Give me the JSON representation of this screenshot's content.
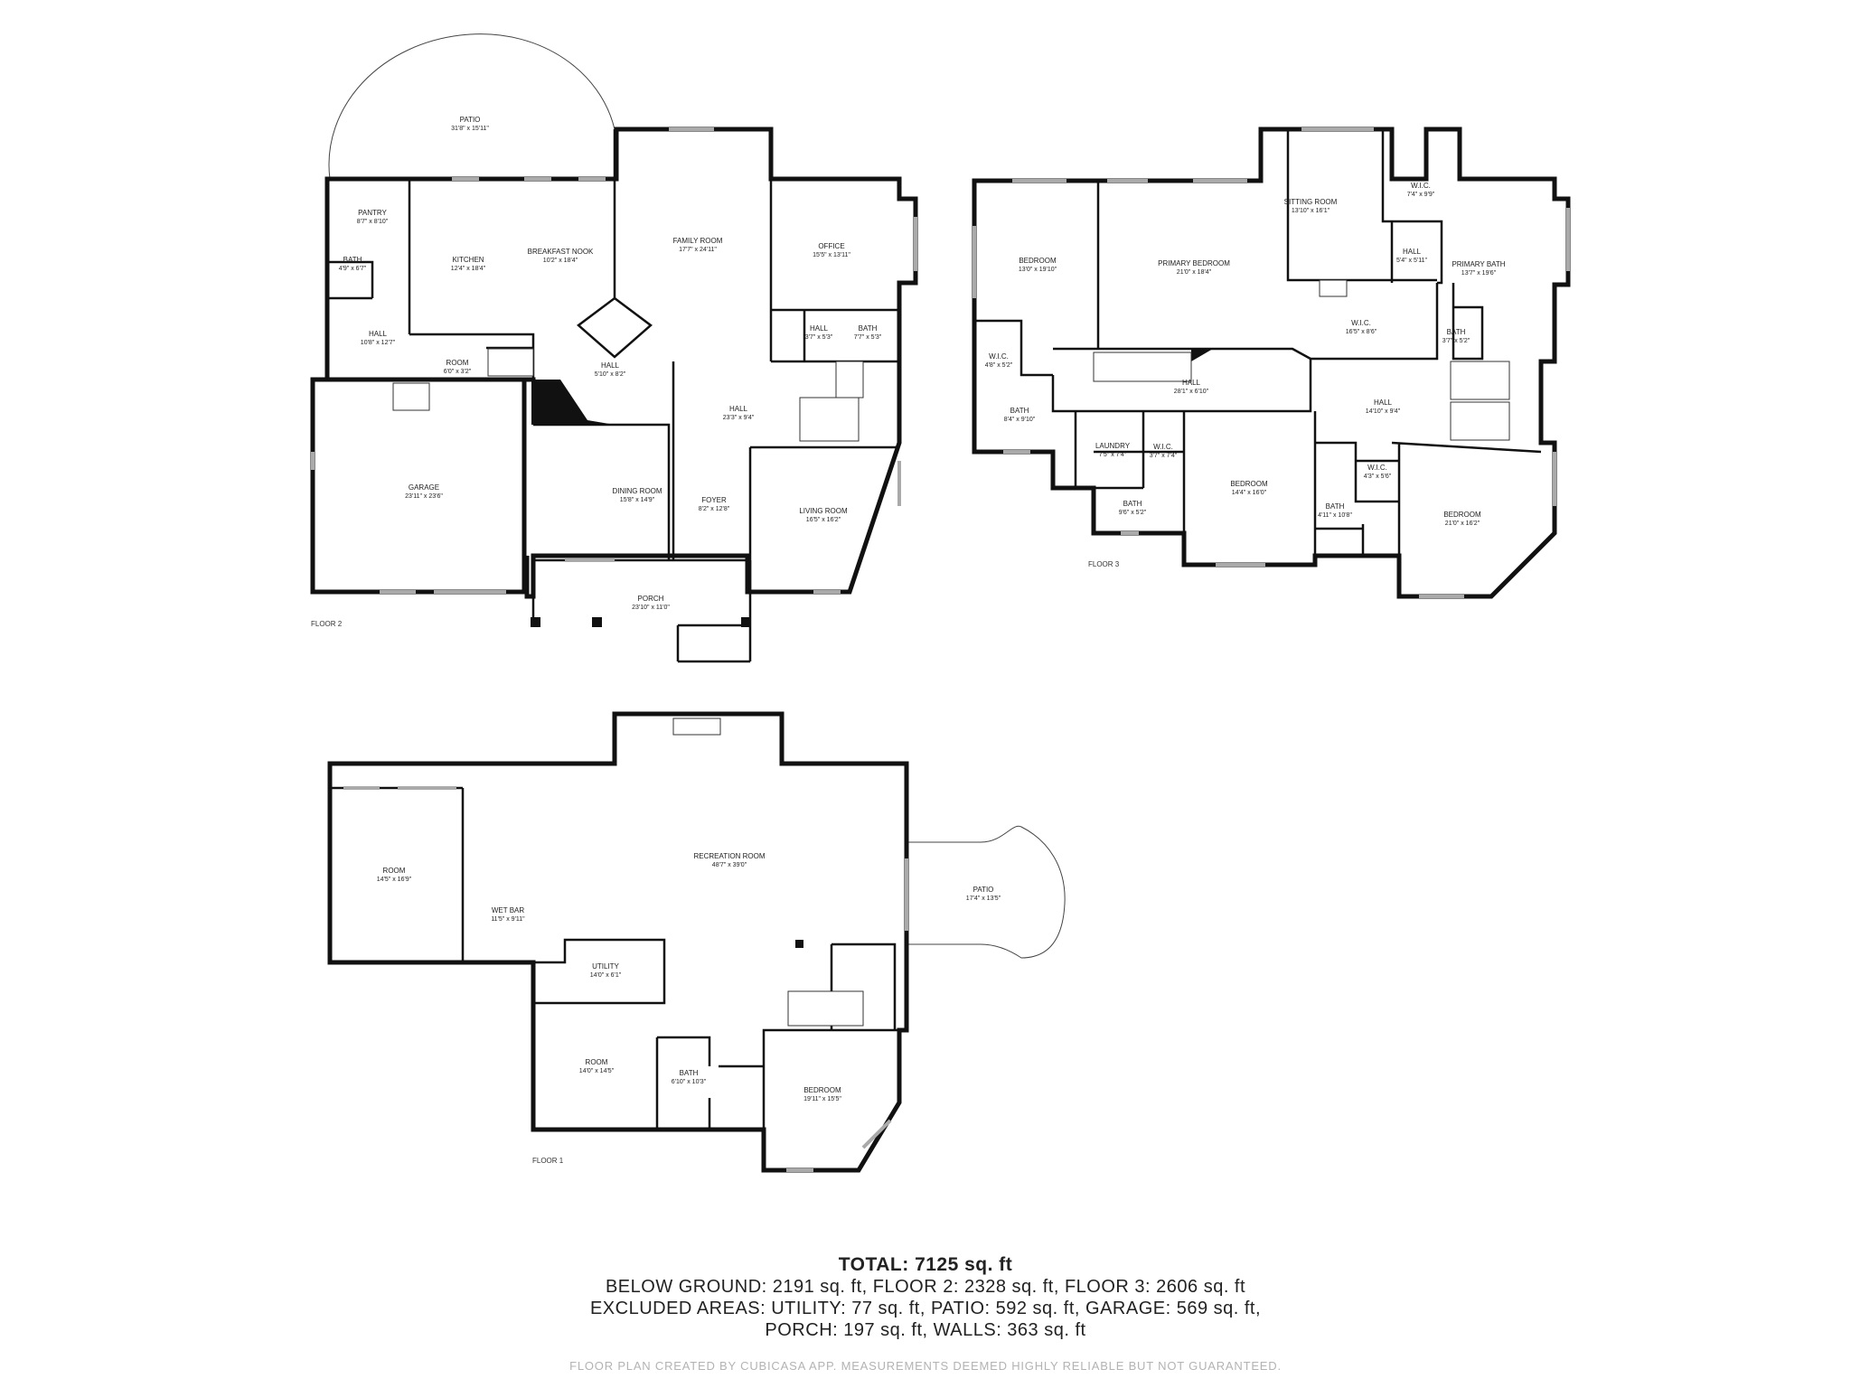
{
  "floors": [
    {
      "id": "floor2",
      "label": "FLOOR 2",
      "rooms": [
        {
          "name": "PATIO",
          "dims": "31'8\" x 15'11\""
        },
        {
          "name": "PANTRY",
          "dims": "8'7\" x 8'10\""
        },
        {
          "name": "BATH",
          "dims": "4'9\" x 6'7\""
        },
        {
          "name": "KITCHEN",
          "dims": "12'4\" x 18'4\""
        },
        {
          "name": "BREAKFAST NOOK",
          "dims": "10'2\" x 18'4\""
        },
        {
          "name": "FAMILY ROOM",
          "dims": "17'7\" x 24'11\""
        },
        {
          "name": "OFFICE",
          "dims": "15'5\" x 13'11\""
        },
        {
          "name": "HALL",
          "dims": "10'8\" x 12'7\""
        },
        {
          "name": "ROOM",
          "dims": "6'0\" x 3'2\""
        },
        {
          "name": "HALL",
          "dims": "5'10\" x 8'2\""
        },
        {
          "name": "HALL",
          "dims": "3'7\" x 5'3\""
        },
        {
          "name": "BATH",
          "dims": "7'7\" x 5'3\""
        },
        {
          "name": "HALL",
          "dims": "23'3\" x 9'4\""
        },
        {
          "name": "GARAGE",
          "dims": "23'11\" x 23'6\""
        },
        {
          "name": "DINING ROOM",
          "dims": "15'8\" x 14'9\""
        },
        {
          "name": "FOYER",
          "dims": "8'2\" x 12'8\""
        },
        {
          "name": "LIVING ROOM",
          "dims": "16'5\" x 16'2\""
        },
        {
          "name": "PORCH",
          "dims": "23'10\" x 11'0\""
        }
      ]
    },
    {
      "id": "floor3",
      "label": "FLOOR 3",
      "rooms": [
        {
          "name": "BEDROOM",
          "dims": "13'0\" x 19'10\""
        },
        {
          "name": "PRIMARY BEDROOM",
          "dims": "21'0\" x 18'4\""
        },
        {
          "name": "SITTING ROOM",
          "dims": "13'10\" x 16'1\""
        },
        {
          "name": "W.I.C.",
          "dims": "7'4\" x 9'9\""
        },
        {
          "name": "HALL",
          "dims": "5'4\" x 5'11\""
        },
        {
          "name": "PRIMARY BATH",
          "dims": "13'7\" x 19'6\""
        },
        {
          "name": "W.I.C.",
          "dims": "16'5\" x 8'6\""
        },
        {
          "name": "BATH",
          "dims": "3'7\" x 5'2\""
        },
        {
          "name": "W.I.C.",
          "dims": "4'8\" x 5'2\""
        },
        {
          "name": "HALL",
          "dims": "28'1\" x 6'10\""
        },
        {
          "name": "HALL",
          "dims": "14'10\" x 9'4\""
        },
        {
          "name": "BATH",
          "dims": "8'4\" x 9'10\""
        },
        {
          "name": "LAUNDRY",
          "dims": "7'5\" x 7'4\""
        },
        {
          "name": "W.I.C.",
          "dims": "3'7\" x 7'4\""
        },
        {
          "name": "BEDROOM",
          "dims": "14'4\" x 16'0\""
        },
        {
          "name": "W.I.C.",
          "dims": "4'3\" x 5'6\""
        },
        {
          "name": "BATH",
          "dims": "9'6\" x 5'2\""
        },
        {
          "name": "BATH",
          "dims": "4'11\" x 10'8\""
        },
        {
          "name": "BEDROOM",
          "dims": "21'0\" x 16'2\""
        }
      ]
    },
    {
      "id": "floor1",
      "label": "FLOOR 1",
      "rooms": [
        {
          "name": "RECREATION ROOM",
          "dims": "48'7\" x 39'0\""
        },
        {
          "name": "ROOM",
          "dims": "14'5\" x 16'9\""
        },
        {
          "name": "WET BAR",
          "dims": "11'5\" x 9'11\""
        },
        {
          "name": "PATIO",
          "dims": "17'4\" x 13'5\""
        },
        {
          "name": "UTILITY",
          "dims": "14'0\" x 6'1\""
        },
        {
          "name": "ROOM",
          "dims": "14'0\" x 14'5\""
        },
        {
          "name": "BATH",
          "dims": "6'10\" x 10'3\""
        },
        {
          "name": "BEDROOM",
          "dims": "19'11\" x 15'5\""
        }
      ]
    }
  ],
  "summary": {
    "total": "TOTAL: 7125 sq. ft",
    "line1": "BELOW GROUND: 2191 sq. ft, FLOOR 2: 2328 sq. ft, FLOOR 3: 2606 sq. ft",
    "line2": "EXCLUDED AREAS: UTILITY: 77 sq. ft, PATIO: 592 sq. ft, GARAGE: 569 sq. ft,",
    "line3": "PORCH: 197 sq. ft, WALLS: 363 sq. ft"
  },
  "disclaimer": "FLOOR PLAN CREATED BY CUBICASA APP. MEASUREMENTS DEEMED HIGHLY RELIABLE BUT NOT GUARANTEED."
}
